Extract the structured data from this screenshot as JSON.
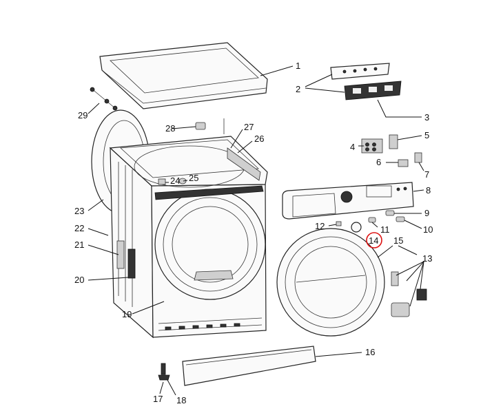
{
  "highlight_color": "#dd1111",
  "labels": {
    "l1": "1",
    "l2": "2",
    "l3": "3",
    "l4": "4",
    "l5": "5",
    "l6": "6",
    "l7": "7",
    "l8": "8",
    "l9": "9",
    "l10": "10",
    "l11": "11",
    "l12": "12",
    "l13": "13",
    "l14": "14",
    "l15": "15",
    "l16": "16",
    "l17": "17",
    "l18": "18",
    "l19": "19",
    "l20": "20",
    "l21": "21",
    "l22": "22",
    "l23": "23",
    "l24": "24",
    "l25": "25",
    "l26": "26",
    "l27": "27",
    "l28": "28",
    "l29": "29"
  },
  "highlighted_part": "14"
}
